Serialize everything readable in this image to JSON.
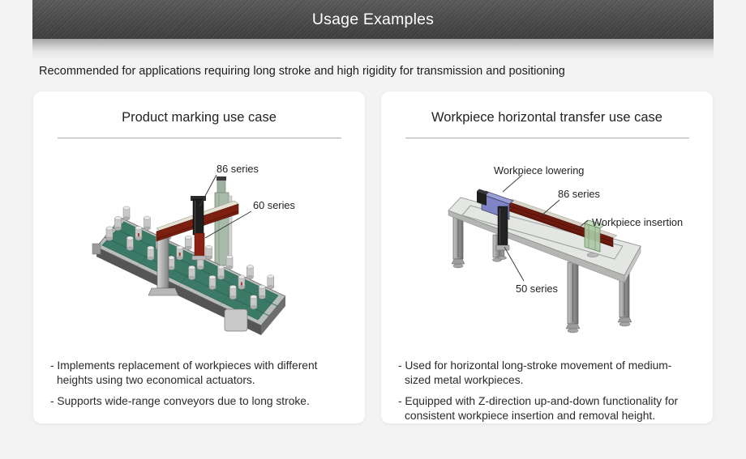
{
  "header": {
    "title": "Usage Examples"
  },
  "intro": {
    "text": "Recommended for applications requiring long stroke and high rigidity for transmission and positioning"
  },
  "cards": {
    "left": {
      "title": "Product marking use case",
      "labels": {
        "series86": "86 series",
        "series60": "60 series"
      },
      "bullets": [
        "- Implements replacement of workpieces with different heights using two economical actuators.",
        "- Supports wide-range conveyors due to long stroke."
      ]
    },
    "right": {
      "title": "Workpiece horizontal transfer use case",
      "labels": {
        "lowering": "Workpiece lowering",
        "series86": "86 series",
        "insertion": "Workpiece insertion",
        "series50": "50 series"
      },
      "bullets": [
        "- Used for horizontal long-stroke movement of medium-sized metal workpieces.",
        "- Equipped with Z-direction up-and-down functionality for consistent workpiece insertion and removal height."
      ]
    }
  },
  "colors": {
    "header_dark": "#494949",
    "page_bg": "#f3f3f3",
    "card_bg": "#ffffff",
    "actuator_red": "#7c2012",
    "conveyor_green": "#3b7a67",
    "motor_blue": "#7e84c6",
    "slider_green": "#abc9a4"
  }
}
